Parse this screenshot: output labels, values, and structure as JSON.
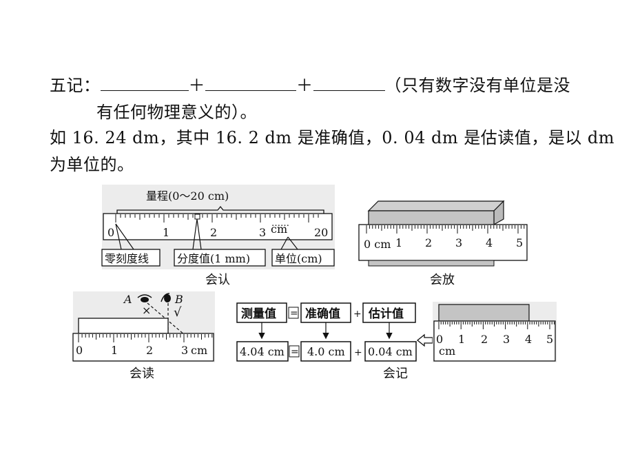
{
  "text": {
    "line1_prefix": "五记：",
    "plus": "＋",
    "line1_suffix": "（只有数字没有单位是没",
    "line2": "有任何物理意义的）。",
    "line3": "如 16. 24 dm，其中 16. 2 dm 是准确值，0. 04 dm 是估读值，是以 dm",
    "line4": "为单位的。"
  },
  "fig_recognize": {
    "range_label": "量程(0～20 cm)",
    "ticks": [
      "0",
      "1",
      "2",
      "3",
      "20"
    ],
    "dots": "……",
    "unit_on_ruler": "cm",
    "label_zero": "零刻度线",
    "label_division": "分度值(1 mm)",
    "label_unit": "单位(cm)",
    "caption": "会认"
  },
  "fig_place": {
    "ticks": [
      "0 cm",
      "1",
      "2",
      "3",
      "4",
      "5"
    ],
    "caption": "会放"
  },
  "fig_read": {
    "point_a": "A",
    "point_b": "B",
    "mark_wrong": "×",
    "mark_right": "√",
    "ticks": [
      "0",
      "1",
      "2",
      "3"
    ],
    "unit": "cm",
    "caption": "会读"
  },
  "fig_record": {
    "box_measured": "测量值",
    "box_accurate": "准确值",
    "box_estimated": "估计值",
    "val_measured": "4.04 cm",
    "val_accurate": "4.0 cm",
    "val_estimated": "0.04 cm",
    "equals": "=",
    "plus": "+",
    "ruler_ticks": [
      "0",
      "1",
      "2",
      "3",
      "4",
      "5"
    ],
    "ruler_unit": "cm",
    "caption": "会记"
  }
}
